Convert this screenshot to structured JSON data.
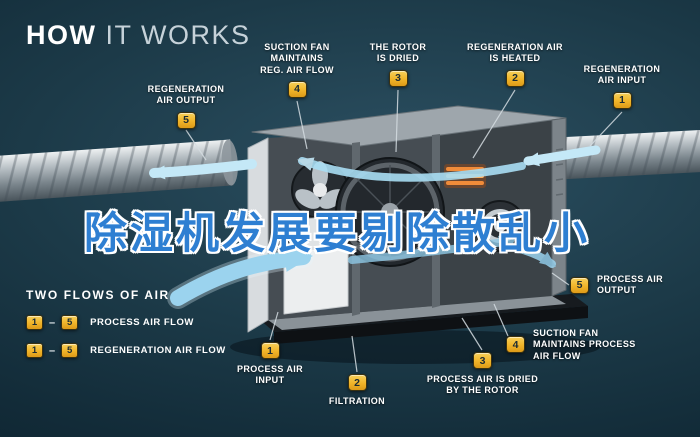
{
  "title": {
    "strong": "HOW",
    "rest": "IT WORKS"
  },
  "watermark": "除湿机发展要剔除散乱小",
  "callouts": {
    "top": [
      {
        "num": "5",
        "label": "REGENERATION\nAIR OUTPUT"
      },
      {
        "num": "4",
        "label": "SUCTION FAN\nMAINTAINS\nREG. AIR FLOW"
      },
      {
        "num": "3",
        "label": "THE ROTOR\nIS DRIED"
      },
      {
        "num": "2",
        "label": "REGENERATION AIR\nIS HEATED"
      },
      {
        "num": "1",
        "label": "REGENERATION\nAIR INPUT"
      }
    ],
    "bottom": [
      {
        "num": "1",
        "label": "PROCESS AIR\nINPUT"
      },
      {
        "num": "2",
        "label": "FILTRATION"
      },
      {
        "num": "3",
        "label": "PROCESS AIR IS DRIED\nBY THE ROTOR"
      },
      {
        "num": "4",
        "label": "SUCTION FAN\nMAINTAINS PROCESS\nAIR FLOW"
      },
      {
        "num": "5",
        "label": "PROCESS AIR\nOUTPUT"
      }
    ]
  },
  "legend": {
    "title": "TWO FLOWS OF AIR",
    "rows": [
      {
        "from": "1",
        "dash": "–",
        "to": "5",
        "label": "PROCESS AIR FLOW"
      },
      {
        "from": "1",
        "dash": "–",
        "to": "5",
        "label": "REGENERATION AIR FLOW"
      }
    ]
  },
  "colors": {
    "background": "#16303d",
    "badge_gold": "#f0b429",
    "watermark_blue": "#2e7fd2",
    "flow_blue": "#a9def4",
    "heater_orange": "#f08c3a"
  }
}
